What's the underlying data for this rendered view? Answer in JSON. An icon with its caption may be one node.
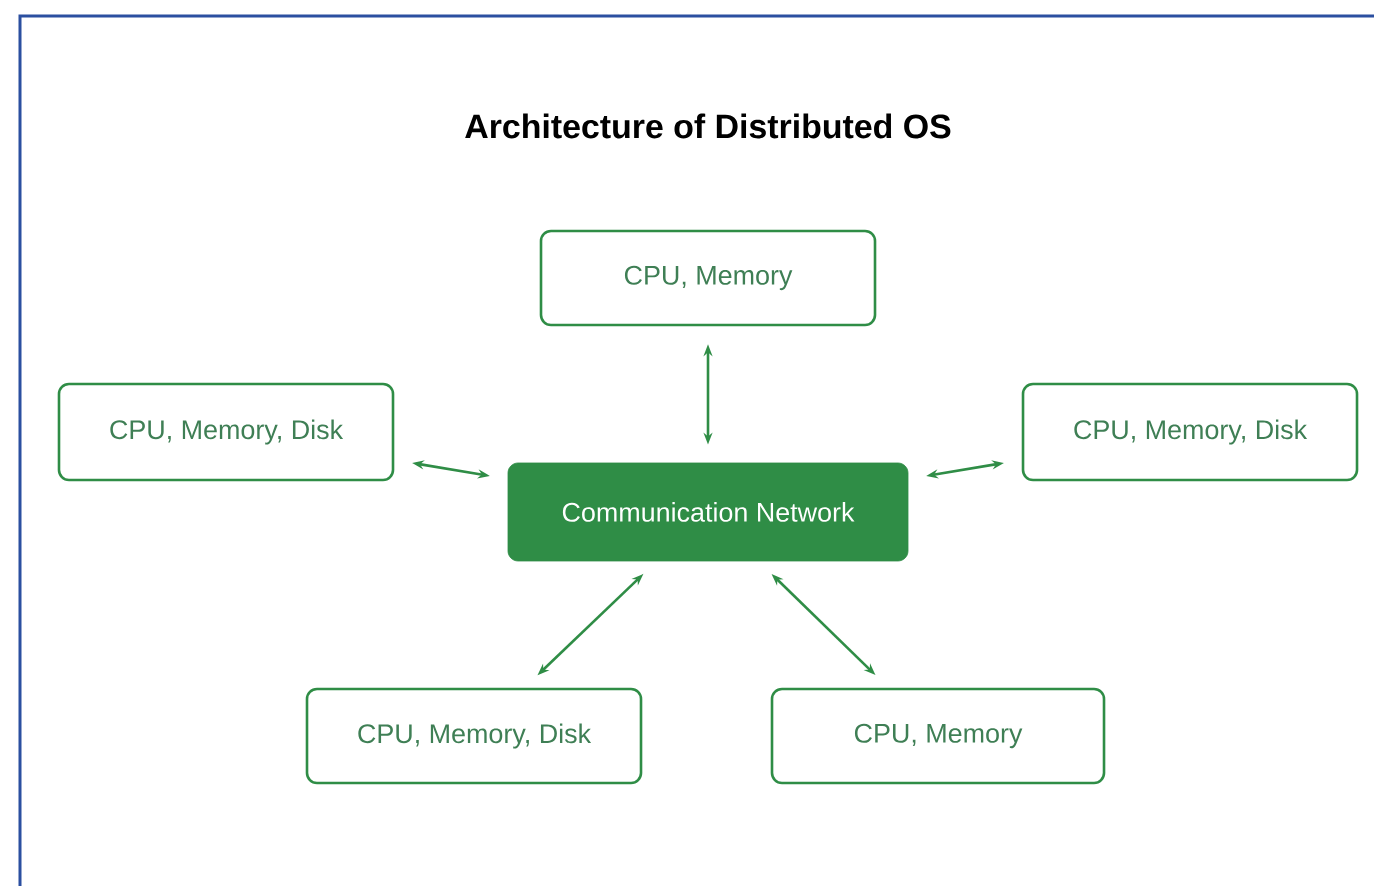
{
  "diagram": {
    "title": "Architecture of Distributed OS",
    "nodes": [
      {
        "text": [
          "CPU, Memory"
        ]
      },
      {
        "text": [
          "CPU, Memory, Disk"
        ]
      },
      {
        "text": [
          "Communication Network"
        ]
      },
      {
        "text": [
          "CPU, Memory, Disk"
        ]
      },
      {
        "text": [
          "CPU, Memory, Disk"
        ]
      },
      {
        "text": [
          "CPU, Memory"
        ]
      }
    ],
    "edges": [
      {
        "from": 0,
        "to": 2,
        "arrow": "both"
      },
      {
        "from": 1,
        "to": 2,
        "arrow": "both"
      },
      {
        "from": 3,
        "to": 2,
        "arrow": "both"
      },
      {
        "from": 4,
        "to": 2,
        "arrow": "both"
      },
      {
        "from": 5,
        "to": 2,
        "arrow": "both"
      }
    ]
  }
}
